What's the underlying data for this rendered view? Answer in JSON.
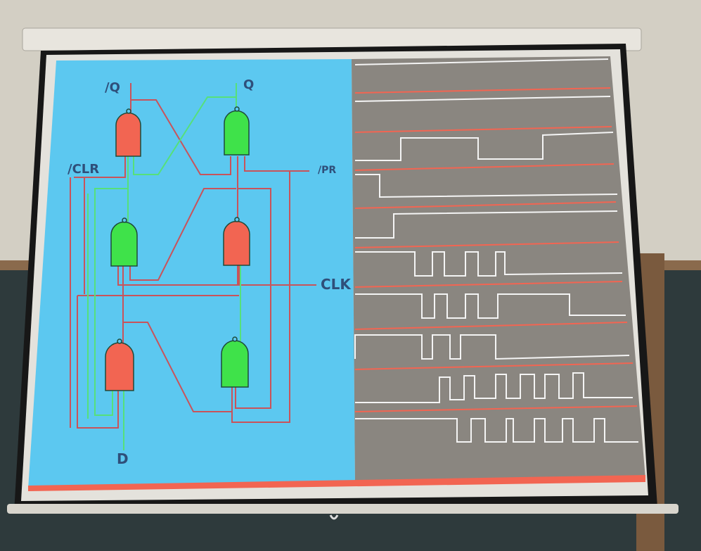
{
  "diagram": {
    "labels": {
      "q_bar": "/Q",
      "q": "Q",
      "clr_bar": "/CLR",
      "pr_bar": "/PR",
      "clk": "CLK",
      "d": "D"
    },
    "gates": [
      {
        "id": "top-left",
        "type": "NAND",
        "state": "red"
      },
      {
        "id": "top-right",
        "type": "NAND",
        "state": "green"
      },
      {
        "id": "mid-left",
        "type": "NAND",
        "state": "green"
      },
      {
        "id": "mid-right",
        "type": "NAND",
        "state": "red"
      },
      {
        "id": "bottom-left",
        "type": "NAND",
        "state": "red"
      },
      {
        "id": "bottom-right",
        "type": "NAND",
        "state": "green"
      }
    ],
    "colors": {
      "panel": "#5cc8f0",
      "scope": "#8a8680",
      "red": "#f26552",
      "green": "#3fe24a",
      "wire_red": "#c9535a",
      "wire_green": "#56e07a",
      "trace": "#f4f4f4"
    }
  }
}
